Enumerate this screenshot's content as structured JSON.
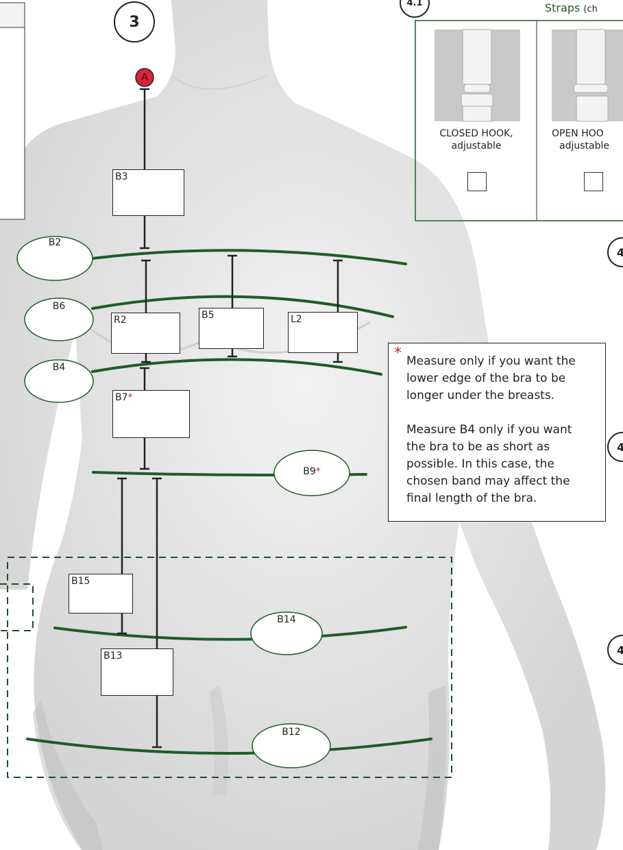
{
  "step_number": "3",
  "start_marker": "A",
  "measures": {
    "b3": "B3",
    "r2": "R2",
    "b5": "B5",
    "l2": "L2",
    "b7": "B7",
    "b15": "B15",
    "b13": "B13"
  },
  "ovals": {
    "b2": "B2",
    "b6": "B6",
    "b4": "B4",
    "b9": "B9",
    "b14": "B14",
    "b12": "B12"
  },
  "asterisk": "*",
  "note": {
    "star": "*",
    "line1": "Measure only if you want the lower edge of the bra to be longer under the breasts.",
    "line2": "Measure B4 only if you want the bra to be as short as possible. In this case, the chosen band may affect the final length of the bra."
  },
  "straps_panel": {
    "step_number": "4.1",
    "title": "Straps",
    "title_suffix": "(ch",
    "options": [
      {
        "label_bold": "CLOSED HOOK,",
        "label": "adjustable"
      },
      {
        "label_bold": "OPEN HOO",
        "label": "adjustable"
      }
    ]
  },
  "side_step_labels": [
    "4",
    "4",
    "4"
  ],
  "colors": {
    "band_green": "#1e5c28",
    "marker_red": "#d9233a",
    "accent_red": "#c4262e"
  }
}
